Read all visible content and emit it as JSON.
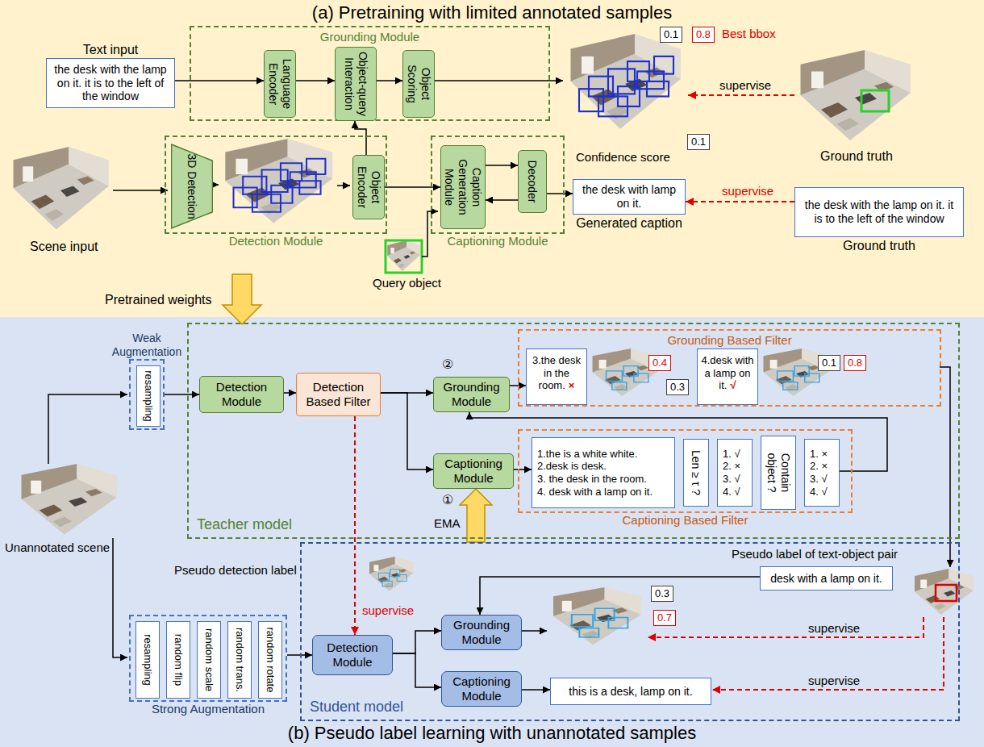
{
  "diagram": {
    "nodes": [
      {
        "text": [
          "(a) Pretraining with limited annotated samples"
        ]
      },
      {
        "text": [
          "Text input",
          "the desk with the lamp on it. it is to the left of the window"
        ],
        "in": 0
      },
      {
        "text": [
          "Grounding Module"
        ],
        "in": 0
      },
      {
        "text": [
          "Language Encoder"
        ],
        "in": 2
      },
      {
        "text": [
          "Object-query Interaction"
        ],
        "in": 2
      },
      {
        "text": [
          "Object Scoring"
        ],
        "in": 2
      },
      {
        "text": [
          "0.1"
        ],
        "in": 0
      },
      {
        "text": [
          "0.8"
        ],
        "in": 0
      },
      {
        "text": [
          "0.1"
        ],
        "in": 0
      },
      {
        "text": [
          "Detection Module"
        ],
        "in": 0
      },
      {
        "text": [
          "3D Detection"
        ],
        "in": 9
      },
      {
        "text": [
          "Object Encoder"
        ],
        "in": 9
      },
      {
        "text": [
          "Captioning Module"
        ],
        "in": 0
      },
      {
        "text": [
          "Caption Generation Module"
        ],
        "in": 12
      },
      {
        "text": [
          "Decoder"
        ],
        "in": 12
      },
      {
        "text": [
          "the desk with lamp on it.",
          "Generated caption"
        ],
        "in": 0
      },
      {
        "text": [
          "the desk with the lamp on it. it is to the left of the window",
          "Ground truth"
        ],
        "in": 0
      },
      {
        "text": [
          "(b) Pseudo label learning with unannotated samples"
        ]
      },
      {
        "text": [
          "Weak Augmentation"
        ],
        "in": 17
      },
      {
        "text": [
          "resampling"
        ],
        "in": 18
      },
      {
        "text": [
          "Teacher model"
        ],
        "in": 17
      },
      {
        "text": [
          "Detection Module"
        ],
        "in": 20
      },
      {
        "text": [
          "Detection Based Filter"
        ],
        "in": 20
      },
      {
        "text": [
          "Grounding Module"
        ],
        "in": 20
      },
      {
        "text": [
          "Captioning Module"
        ],
        "in": 20
      },
      {
        "text": [
          "Grounding Based Filter"
        ],
        "in": 20
      },
      {
        "text": [
          "3.the desk in the room.",
          "×"
        ],
        "in": 25
      },
      {
        "text": [
          "0.4"
        ],
        "in": 25
      },
      {
        "text": [
          "0.3"
        ],
        "in": 25
      },
      {
        "text": [
          "4.desk with a lamp on it.",
          "√"
        ],
        "in": 25
      },
      {
        "text": [
          "0.1"
        ],
        "in": 25
      },
      {
        "text": [
          "0.8"
        ],
        "in": 25
      },
      {
        "text": [
          "Captioning Based Filter"
        ],
        "in": 20
      },
      {
        "text": [
          "1.the is a white white.",
          "2.desk is desk.",
          "3. the desk in the room.",
          "4. desk with a lamp on it."
        ],
        "in": 32
      },
      {
        "text": [
          "Len ≥ τ ?"
        ],
        "in": 32
      },
      {
        "text": [
          "1. √",
          "2. ×",
          "3. √",
          "4. √"
        ],
        "in": 32
      },
      {
        "text": [
          "Contain object ?"
        ],
        "in": 32
      },
      {
        "text": [
          "1. ×",
          "2. ×",
          "3. √",
          "4. √"
        ],
        "in": 32
      },
      {
        "text": [
          "Strong Augmentation"
        ],
        "in": 17
      },
      {
        "text": [
          "resampling"
        ],
        "in": 38
      },
      {
        "text": [
          "random flip"
        ],
        "in": 38
      },
      {
        "text": [
          "random scale"
        ],
        "in": 38
      },
      {
        "text": [
          "random trans."
        ],
        "in": 38
      },
      {
        "text": [
          "random rotate"
        ],
        "in": 38
      },
      {
        "text": [
          "Student model"
        ],
        "in": 17
      },
      {
        "text": [
          "Detection Module"
        ],
        "in": 44
      },
      {
        "text": [
          "Grounding Module"
        ],
        "in": 44
      },
      {
        "text": [
          "Captioning Module"
        ],
        "in": 44
      },
      {
        "text": [
          "0.3"
        ],
        "in": 44
      },
      {
        "text": [
          "0.7"
        ],
        "in": 44
      },
      {
        "text": [
          "this is a desk, lamp on it."
        ],
        "in": 44
      },
      {
        "text": [
          "desk with a lamp on it."
        ],
        "in": 44
      }
    ],
    "edges": [
      {
        "from": 1,
        "to": 3,
        "arrow": "to"
      },
      {
        "from": 3,
        "to": 4,
        "arrow": "to"
      },
      {
        "from": 4,
        "to": 5,
        "arrow": "to"
      },
      {
        "from": 11,
        "to": 4,
        "arrow": "to"
      },
      {
        "from": 11,
        "to": 13,
        "arrow": "to"
      },
      {
        "from": 13,
        "to": 14,
        "arrow": "to"
      },
      {
        "from": 14,
        "to": 13,
        "arrow": "to"
      },
      {
        "from": 14,
        "to": 15,
        "arrow": "to"
      },
      {
        "from": 16,
        "to": 15,
        "label": "supervise",
        "arrow": "to"
      },
      {
        "from": 18,
        "to": 21,
        "arrow": "to"
      },
      {
        "from": 21,
        "to": 22,
        "arrow": "to"
      },
      {
        "from": 22,
        "to": 23,
        "arrow": "to"
      },
      {
        "from": 22,
        "to": 24,
        "arrow": "to"
      },
      {
        "from": 24,
        "to": 33,
        "arrow": "to"
      },
      {
        "from": 37,
        "to": 23,
        "arrow": "to"
      },
      {
        "from": 23,
        "to": 26,
        "arrow": "to"
      },
      {
        "from": 22,
        "to": 45,
        "label": "supervise",
        "arrow": "to"
      },
      {
        "from": 44,
        "to": 24,
        "label": "EMA",
        "arrow": "to"
      },
      {
        "from": 38,
        "to": 45,
        "arrow": "to"
      },
      {
        "from": 45,
        "to": 46,
        "arrow": "to"
      },
      {
        "from": 45,
        "to": 47,
        "arrow": "to"
      },
      {
        "from": 47,
        "to": 50,
        "arrow": "to"
      },
      {
        "from": 51,
        "to": 46,
        "arrow": "to"
      }
    ],
    "labels": [
      "Best bbox",
      "Confidence score",
      "Ground truth",
      "supervise",
      "Scene input",
      "Query object",
      "Pretrained weights",
      "Unannotated scene",
      "②",
      "①",
      "Pseudo detection label",
      "Pseudo label of text-object pair",
      "supervise",
      "supervise"
    ]
  }
}
